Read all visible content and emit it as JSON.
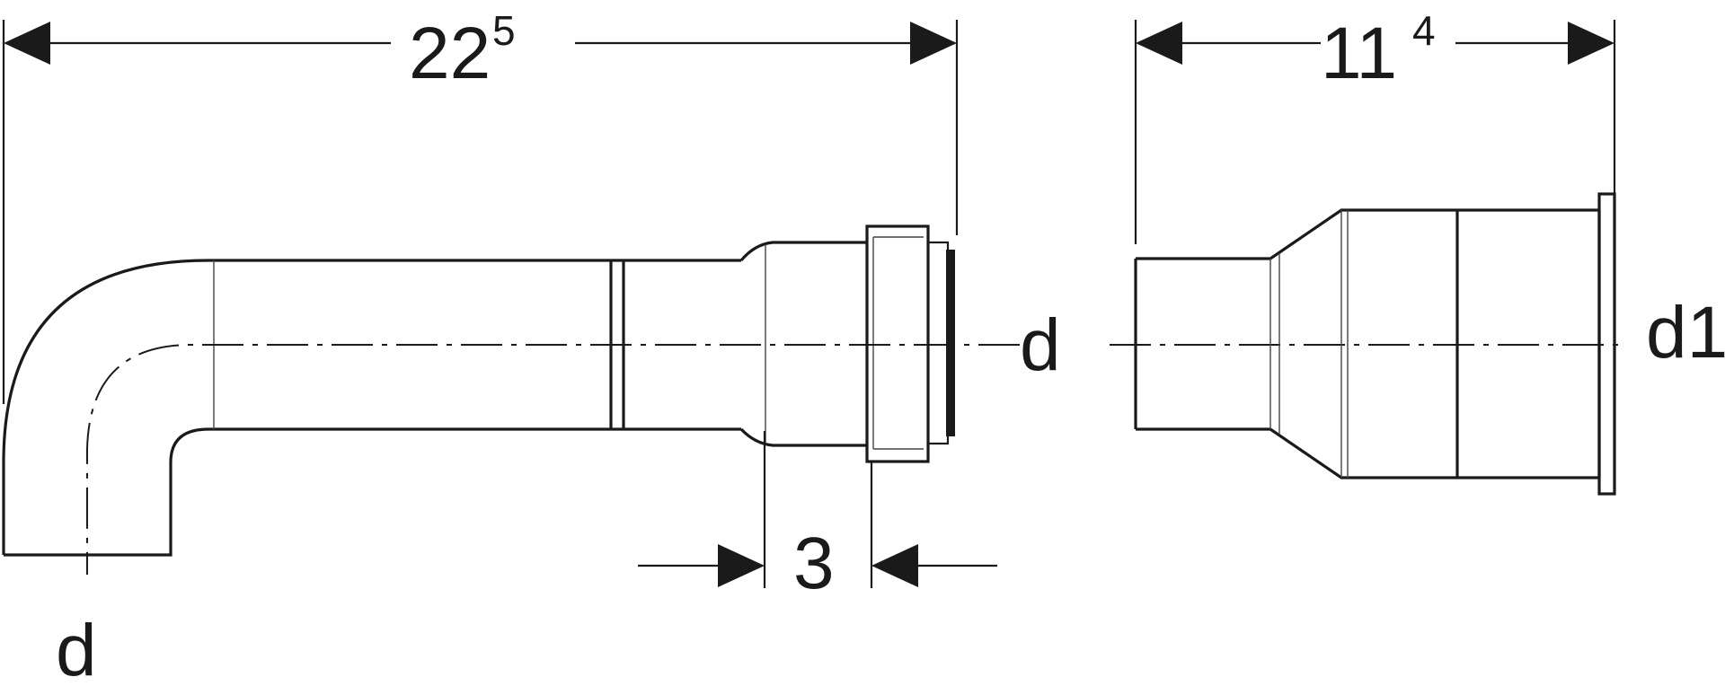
{
  "diagram": {
    "dimensions": {
      "pipe_length": {
        "main": "22",
        "superscript": "5"
      },
      "adapter_length": {
        "main": "11",
        "superscript": "4"
      },
      "insertion_depth": "3"
    },
    "labels": {
      "pipe_diameter_right": "d",
      "pipe_diameter_bottom": "d",
      "adapter_diameter": "d1"
    }
  }
}
